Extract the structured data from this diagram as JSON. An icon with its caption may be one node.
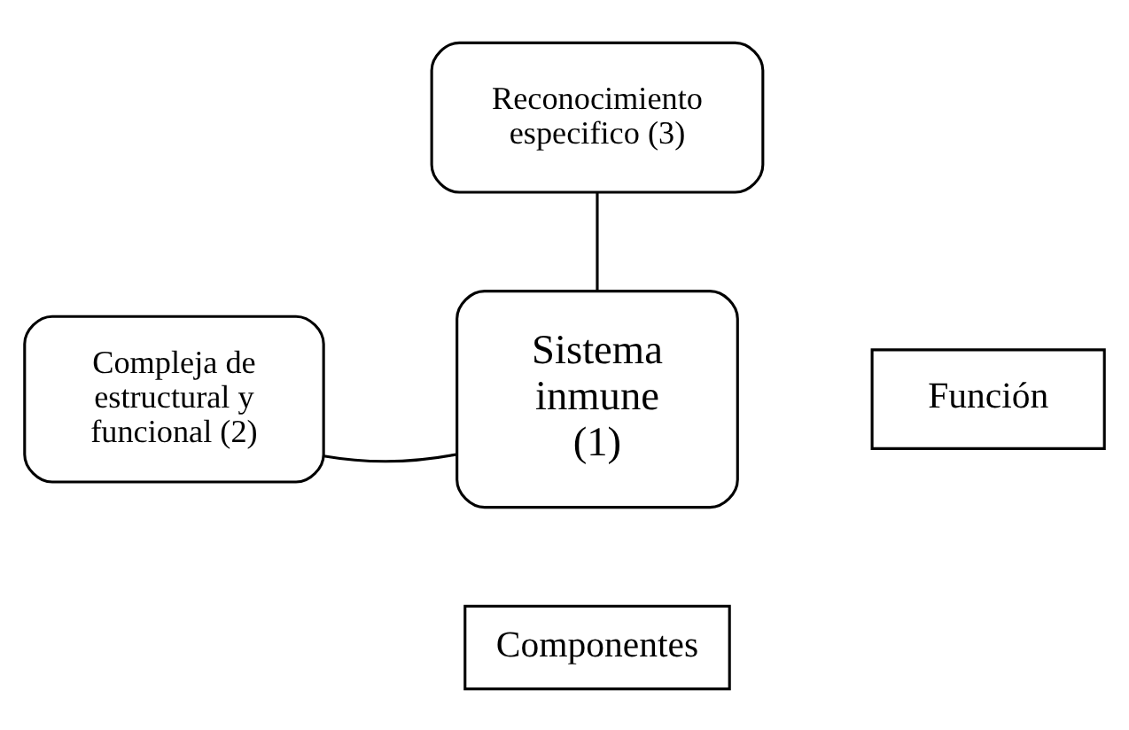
{
  "diagram": {
    "nodes": [
      {
        "text": [
          "Reconocimiento especifico (3)"
        ]
      },
      {
        "text": [
          "Función"
        ]
      },
      {
        "text": [
          "Compleja de estructural y funcional (2)"
        ]
      },
      {
        "text": [
          "Sistema inmune (1)"
        ]
      },
      {
        "text": [
          "Componentes"
        ]
      }
    ],
    "edges": [
      {
        "from": 0,
        "to": 3,
        "arrow": "none"
      },
      {
        "from": 2,
        "to": 3,
        "arrow": "none"
      }
    ]
  }
}
